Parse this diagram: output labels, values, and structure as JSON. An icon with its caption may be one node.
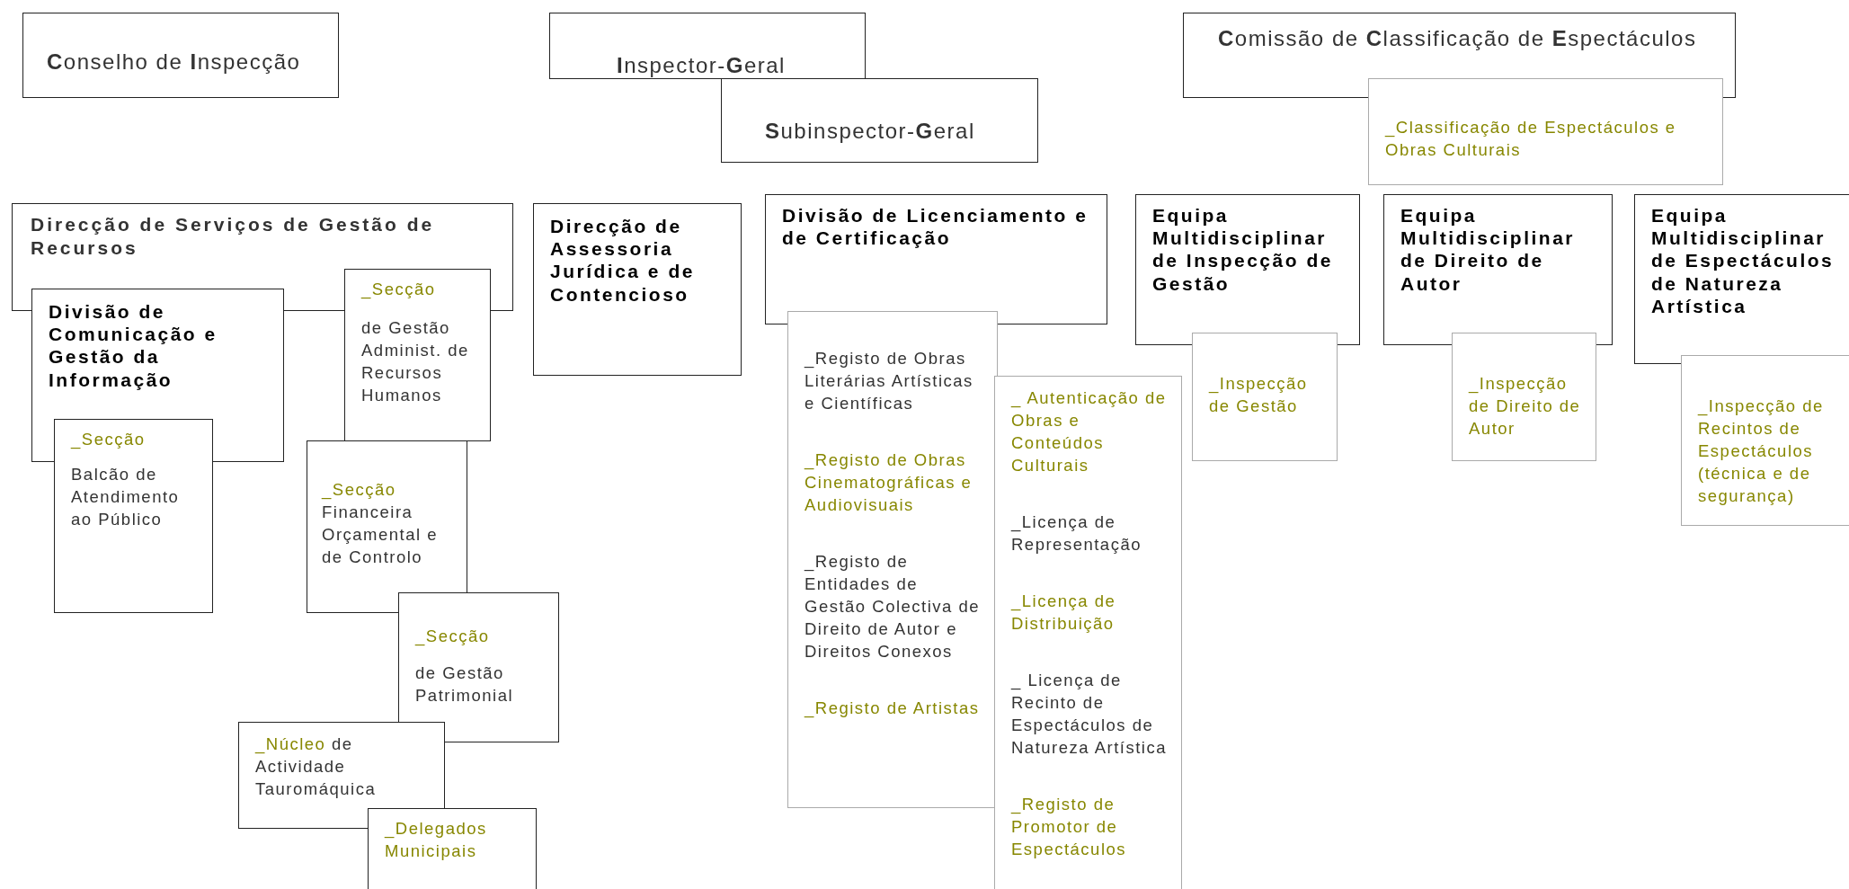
{
  "diagram": {
    "nodes": [
      {
        "text": [
          "**C**onselho de **I**nspecção"
        ]
      },
      {
        "text": [
          "**I**nspector-**G**eral"
        ]
      },
      {
        "text": [
          "**S**ubinspector-**G**eral"
        ]
      },
      {
        "text": [
          "**C**omissão de **C**lassificação de **E**spectáculos"
        ]
      },
      {
        "text": [
          "_Classificação de Espectáculos e Obras Culturais"
        ]
      },
      {
        "text": [
          "Direcção de Serviços de Gestão de Recursos"
        ]
      },
      {
        "text": [
          "Divisão de Comunicação e Gestão da Informação"
        ]
      },
      {
        "text": [
          "_Secção",
          "Balcão de Atendimento ao Público"
        ]
      },
      {
        "text": [
          "_Secção",
          "de Gestão Administ. de Recursos Humanos"
        ]
      },
      {
        "text": [
          "_Secção",
          "Financeira Orçamental e de Controlo"
        ]
      },
      {
        "text": [
          "_Secção",
          "de Gestão Patrimonial"
        ]
      },
      {
        "text": [
          "_Núcleo",
          "de Actividade Tauromáquica"
        ]
      },
      {
        "text": [
          "_Delegados Municipais"
        ]
      },
      {
        "text": [
          "Direcção de Assessoria Jurídica e de Contencioso"
        ]
      },
      {
        "text": [
          "Divisão de Licenciamento e de Certificação"
        ]
      },
      {
        "text": [
          "_Registo de Obras Literárias Artísticas e Científicas",
          "_Registo de Obras Cinematográficas e Audiovisuais",
          "_Registo de Entidades de Gestão Colectiva de Direito de Autor e Direitos Conexos",
          "_Registo de Artistas"
        ]
      },
      {
        "text": [
          "_ Autenticação de  Obras e Conteúdos Culturais",
          "_Licença de Representação",
          "_Licença de Distribuição",
          "_ Licença de Recinto de Espectáculos de Natureza Artística",
          "_Registo de Promotor de Espectáculos"
        ]
      },
      {
        "text": [
          "Equipa Multidisciplinar de Inspecção de Gestão"
        ]
      },
      {
        "text": [
          "_Inspecção de Gestão"
        ]
      },
      {
        "text": [
          "Equipa Multidisciplinar de Direito de Autor"
        ]
      },
      {
        "text": [
          "_Inspecção de Direito de Autor"
        ]
      },
      {
        "text": [
          "Equipa Multidisciplinar de Espectáculos de Natureza Artística"
        ]
      },
      {
        "text": [
          "_Inspecção de Recintos de Espectáculos (técnica e de segurança)"
        ]
      }
    ]
  }
}
